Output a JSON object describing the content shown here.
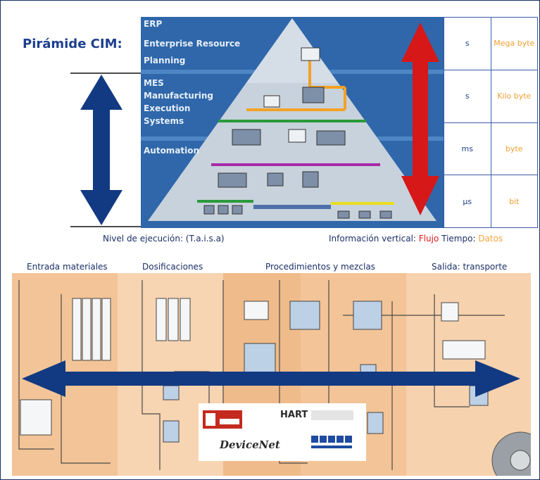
{
  "title": "Pirámide CIM:",
  "pyramid": {
    "levels": [
      {
        "abbr": "ERP",
        "name": "Enterprise Resource Planning"
      },
      {
        "abbr": "MES",
        "name": "Manufacturing Execution Systems"
      },
      {
        "abbr": "",
        "name": "Automation"
      }
    ]
  },
  "grid": {
    "rows": [
      {
        "time": "s",
        "data": "Mega byte"
      },
      {
        "time": "s",
        "data": "Kilo byte"
      },
      {
        "time": "ms",
        "data": "byte"
      },
      {
        "time": "µs",
        "data": "bit"
      }
    ]
  },
  "captions": {
    "left": "Nivel de ejecución: (T.a.i.s.a)",
    "right_prefix": "Información vertical: ",
    "right_flujo": "Flujo",
    "right_tiempo": " Tiempo: ",
    "right_datos": "Datos"
  },
  "stages": [
    "Entrada materiales",
    "Dosificaciones",
    "Procedimientos y mezclas",
    "Salida: transporte"
  ],
  "logos": {
    "hart": "HART",
    "devicenet": "DeviceNet"
  },
  "colors": {
    "navy": "#1a3d8a",
    "red": "#d61818",
    "orange": "#f2a43a",
    "panel": "#2e66a8"
  }
}
